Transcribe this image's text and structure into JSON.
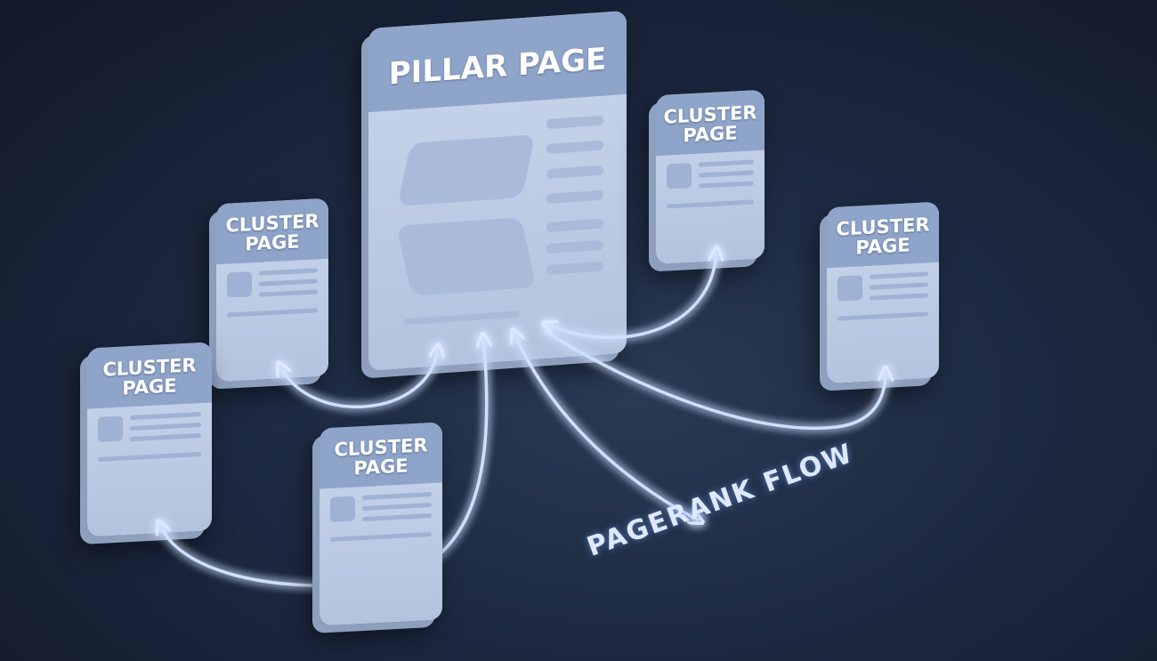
{
  "pillar": {
    "title": "PILLAR PAGE"
  },
  "clusters": [
    {
      "title": "CLUSTER PAGE"
    },
    {
      "title": "CLUSTER PAGE"
    },
    {
      "title": "CLUSTER PAGE"
    },
    {
      "title": "CLUSTER PAGE"
    },
    {
      "title": "CLUSTER PAGE"
    }
  ],
  "flow_label": "PAGERANK FLOW",
  "colors": {
    "arrow": "#4f8dff",
    "glow": "#7fb3ff",
    "card": "#c9d6ec",
    "card_header": "#8fa4c9"
  }
}
